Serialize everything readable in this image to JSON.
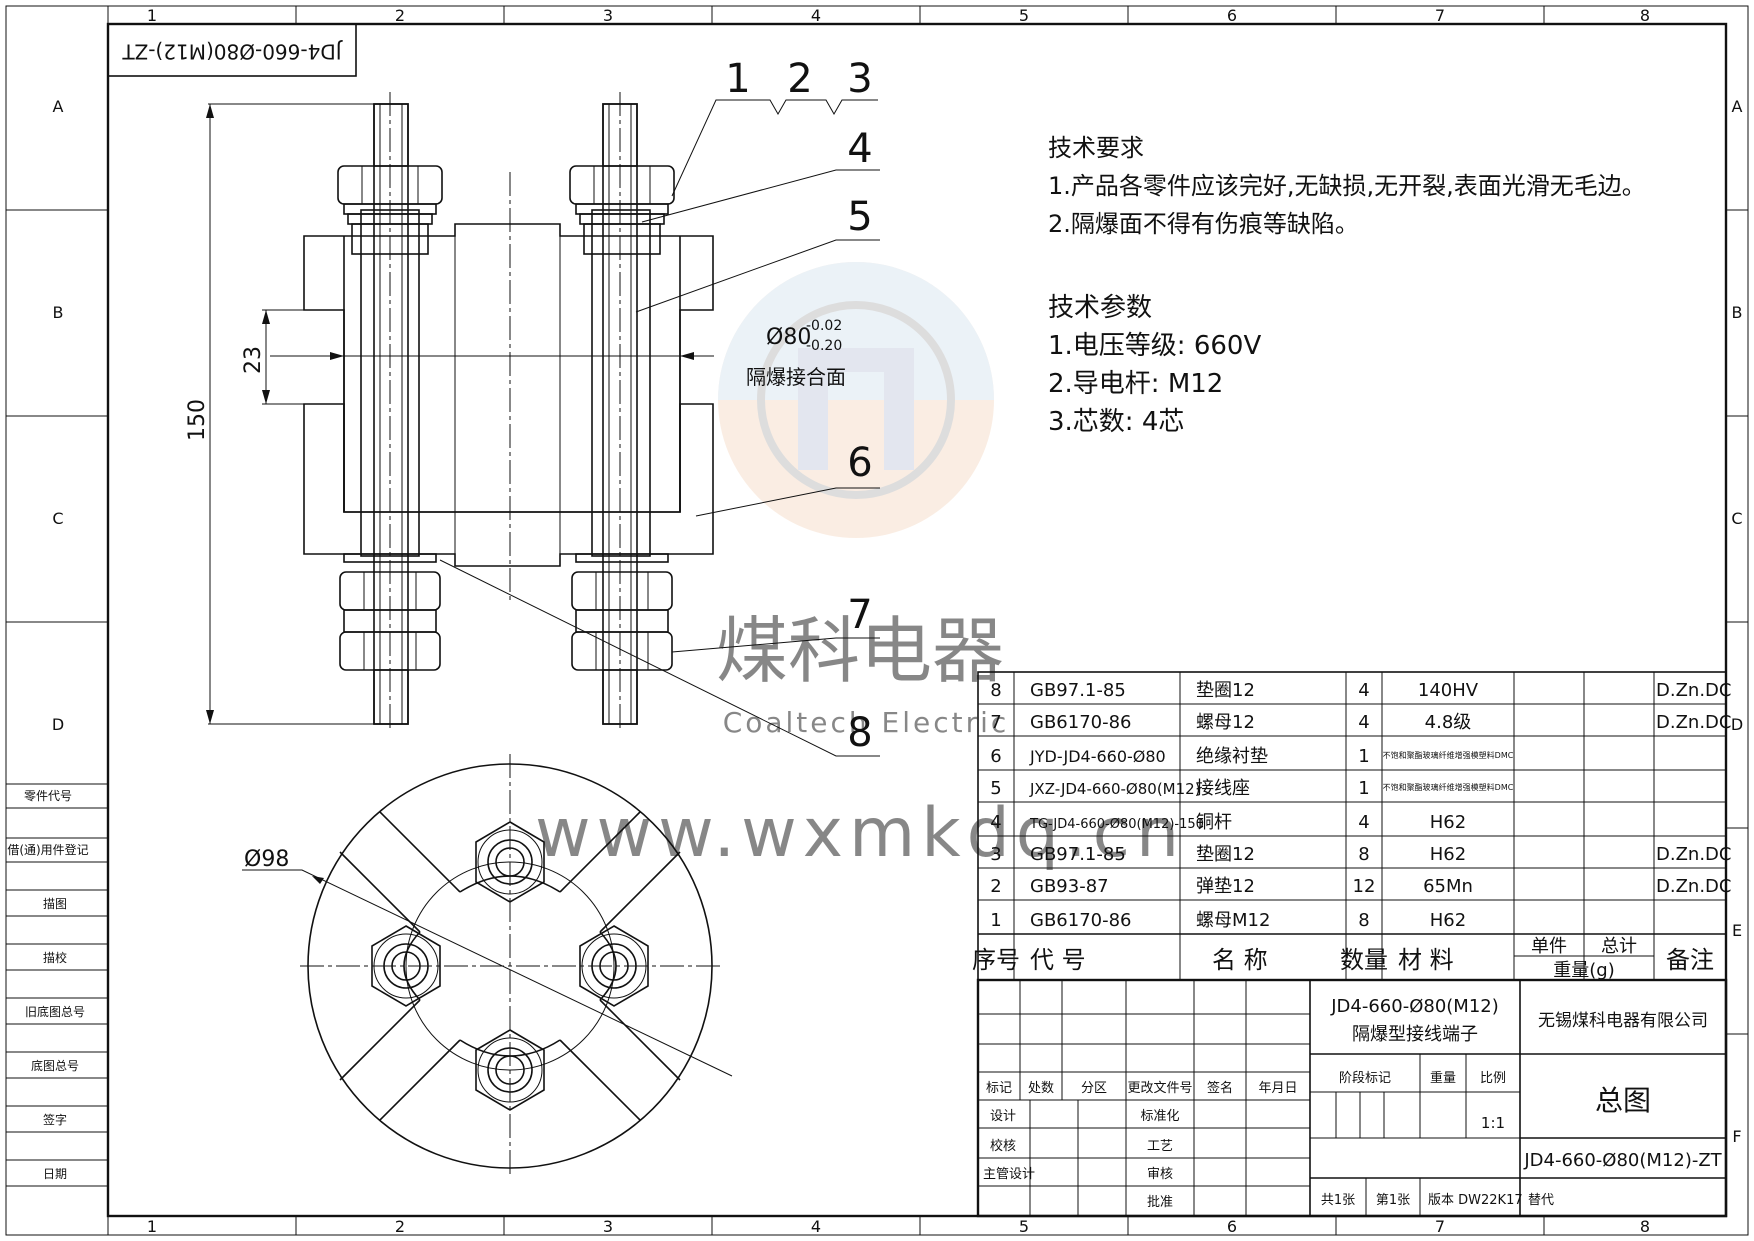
{
  "border": {
    "columns": [
      "1",
      "2",
      "3",
      "4",
      "5",
      "6",
      "7",
      "8"
    ],
    "rows": [
      "A",
      "B",
      "C",
      "D",
      "E",
      "F"
    ]
  },
  "doc_code_box": "JD4-660-Ø80(M12)-ZT",
  "balloons": [
    "1",
    "2",
    "3",
    "4",
    "5",
    "6",
    "7",
    "8"
  ],
  "dims": {
    "height": "150",
    "gap": "23",
    "diameter_main": "Ø80",
    "tol_upper": "-0.02",
    "tol_lower": "-0.20",
    "flame_face": "隔爆接合面",
    "outer_diameter": "Ø98"
  },
  "tech_req": {
    "title": "技术要求",
    "items": [
      "1.产品各零件应该完好,无缺损,无开裂,表面光滑无毛边。",
      "2.隔爆面不得有伤痕等缺陷。"
    ]
  },
  "tech_params": {
    "title": "技术参数",
    "items": [
      "1.电压等级: 660V",
      "2.导电杆: M12",
      "3.芯数: 4芯"
    ]
  },
  "watermark": {
    "cn": "煤科电器",
    "en": "Coaltech Electric",
    "url": "www.wxmkdq.cn"
  },
  "left_column": [
    "零件代号",
    "借(通)用件登记",
    "描图",
    "描校",
    "旧底图总号",
    "底图总号",
    "签字",
    "日期"
  ],
  "bom": {
    "rows": [
      {
        "no": "8",
        "code": "GB97.1-85",
        "name": "垫圈12",
        "qty": "4",
        "material": "140HV",
        "note": "D.Zn.DC"
      },
      {
        "no": "7",
        "code": "GB6170-86",
        "name": "螺母12",
        "qty": "4",
        "material": "4.8级",
        "note": "D.Zn.DC"
      },
      {
        "no": "6",
        "code": "JYD-JD4-660-Ø80",
        "name": "绝缘衬垫",
        "qty": "1",
        "material": "不饱和聚酯玻璃纤维增强模塑料DMC",
        "note": ""
      },
      {
        "no": "5",
        "code": "JXZ-JD4-660-Ø80(M12)",
        "name": "接线座",
        "qty": "1",
        "material": "不饱和聚酯玻璃纤维增强模塑料DMC",
        "note": ""
      },
      {
        "no": "4",
        "code": "TG-JD4-660-Ø80(M12)-150",
        "name": "铜杆",
        "qty": "4",
        "material": "H62",
        "note": ""
      },
      {
        "no": "3",
        "code": "GB97.1-85",
        "name": "垫圈12",
        "qty": "8",
        "material": "H62",
        "note": "D.Zn.DC"
      },
      {
        "no": "2",
        "code": "GB93-87",
        "name": "弹垫12",
        "qty": "12",
        "material": "65Mn",
        "note": "D.Zn.DC"
      },
      {
        "no": "1",
        "code": "GB6170-86",
        "name": "螺母M12",
        "qty": "8",
        "material": "H62",
        "note": ""
      }
    ],
    "header": {
      "no": "序号",
      "code": "代  号",
      "name": "名  称",
      "qty": "数量",
      "material": "材  料",
      "unit": "单件",
      "total": "总计",
      "weight": "重量(g)",
      "note": "备注"
    }
  },
  "title_block": {
    "product_code": "JD4-660-Ø80(M12)",
    "product_name": "隔爆型接线端子",
    "company": "无锡煤科电器有限公司",
    "rev_headers": [
      "标记",
      "处数",
      "分区",
      "更改文件号",
      "签名",
      "年月日"
    ],
    "roles": [
      "设计",
      "校核",
      "主管设计"
    ],
    "roles2": [
      "标准化",
      "工艺",
      "审核",
      "批准"
    ],
    "stage": "阶段标记",
    "weight": "重量",
    "scale_label": "比例",
    "scale": "1:1",
    "drawing_title": "总图",
    "drawing_code": "JD4-660-Ø80(M12)-ZT",
    "sheets_total": "共1张",
    "sheet_no": "第1张",
    "version": "版本 DW22K17",
    "replace": "替代"
  }
}
